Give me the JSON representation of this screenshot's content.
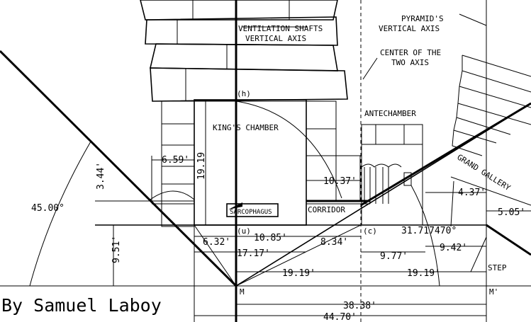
{
  "labels": {
    "vent_shafts": "VENTILATION SHAFTS",
    "vent_axis": "VERTICAL AXIS",
    "pyramid": "PYRAMID'S",
    "pyramid_axis": "VERTICAL AXIS",
    "center1": "CENTER OF THE",
    "center2": "TWO AXIS",
    "h_point": "(h)",
    "kings_chamber": "KING'S CHAMBER",
    "antechamber": "ANTECHAMBER",
    "grand_gallery": "GRAND GALLERY",
    "sarcophagus": "SARCOPHAGUS",
    "corridor": "CORRIDOR",
    "u_point": "(u)",
    "c_point": "(c)",
    "step": "STEP",
    "m_point": "M",
    "m_prime": "M'",
    "author": "By Samuel Laboy"
  },
  "dimensions": {
    "d_6_59": "6.59'",
    "d_19_19_vert": "19.19",
    "d_3_44": "3.44'",
    "d_10_37": "10.37'",
    "d_4_37": "4.37'",
    "d_5_05": "5.05'",
    "d_45": "45.00°",
    "d_9_51": "9.51'",
    "d_6_32": "6.32'",
    "d_10_85": "10.85'",
    "d_8_34": "8.34'",
    "d_31_71": "31.717470°",
    "d_17_17": "17.17'",
    "d_9_77": "9.77'",
    "d_9_42": "9.42'",
    "d_19_19_a": "19.19'",
    "d_19_19_b": "19.19'",
    "d_38_38": "38.38'",
    "d_44_70": "44.70'"
  }
}
